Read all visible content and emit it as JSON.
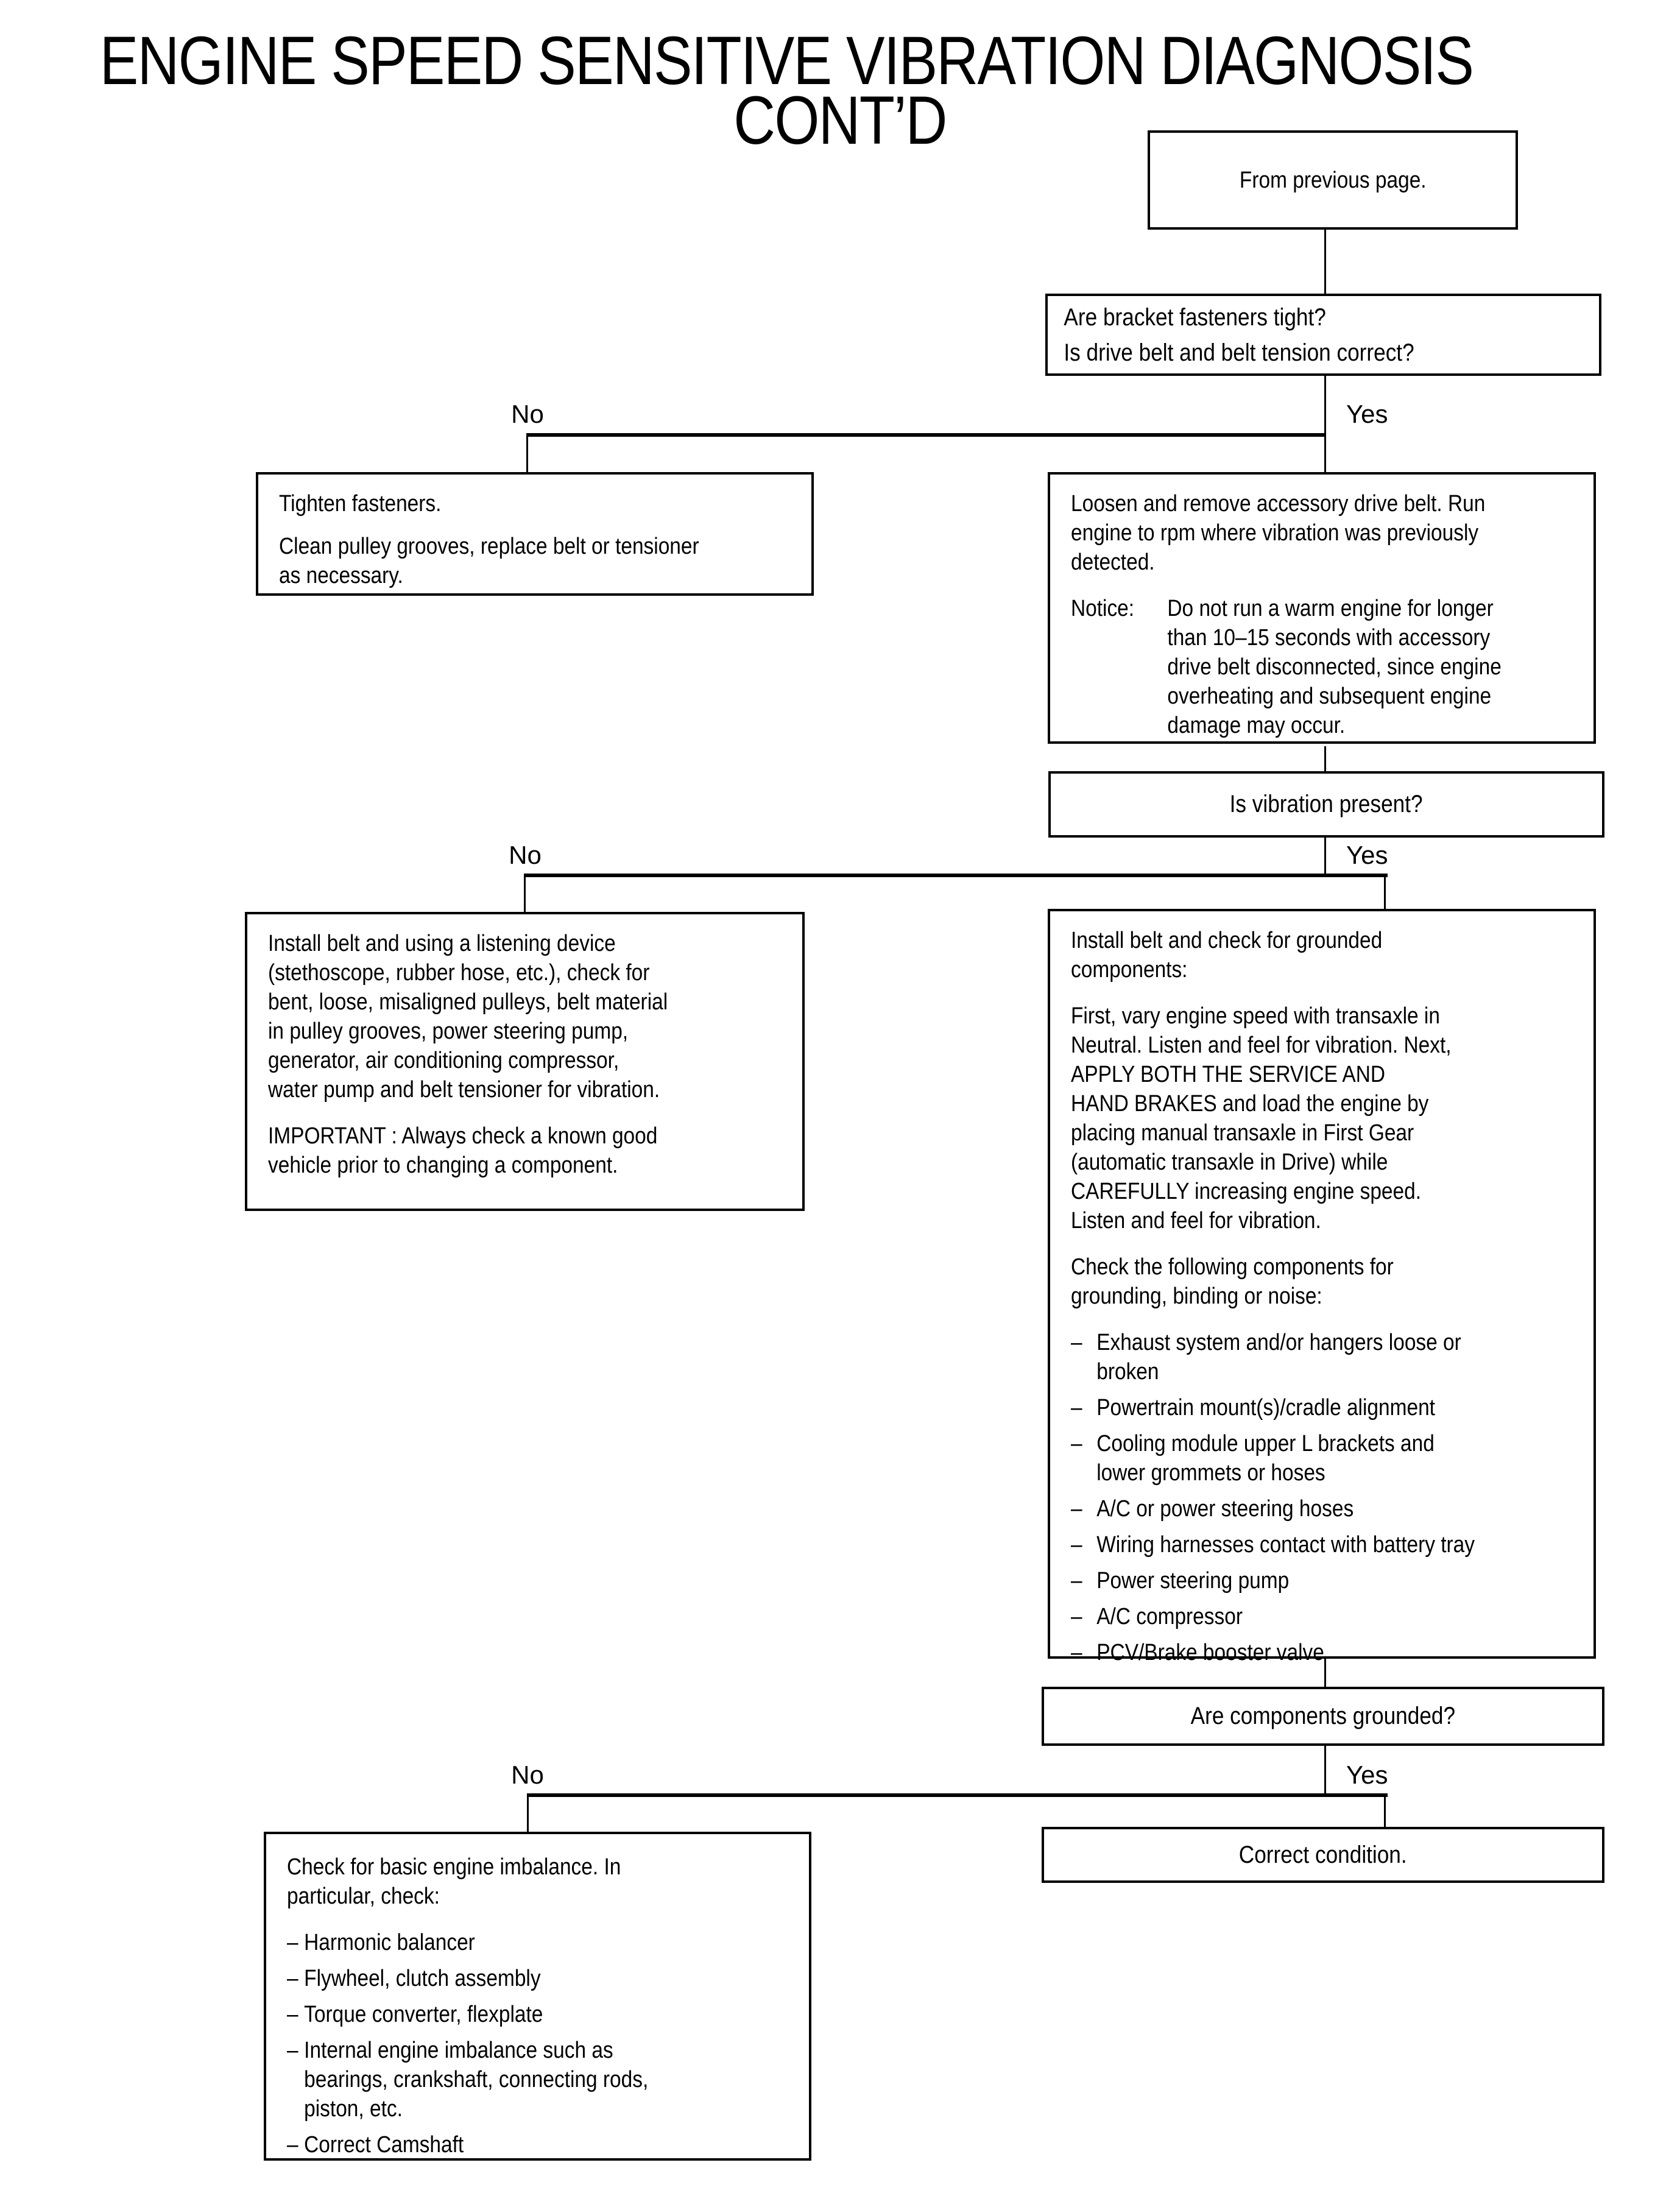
{
  "title": {
    "line1": "ENGINE SPEED SENSITIVE VIBRATION DIAGNOSIS",
    "line2": "CONT’D"
  },
  "labels": {
    "no": "No",
    "yes": "Yes"
  },
  "nodes": {
    "from_previous": {
      "text": "From previous page."
    },
    "q_fasteners": {
      "line1": "Are bracket fasteners tight?",
      "line2": "Is drive belt and belt tension correct?"
    },
    "tighten": {
      "p1": "Tighten fasteners.",
      "p2": "Clean pulley grooves, replace belt or tensioner\nas necessary."
    },
    "loosen": {
      "p1": "Loosen and remove accessory drive belt. Run\nengine to rpm where vibration was previously\ndetected.",
      "notice_label": "Notice:",
      "notice_text": "Do not run a warm engine for longer\nthan 10–15 seconds with accessory\ndrive belt disconnected, since engine\noverheating and subsequent engine\ndamage may occur."
    },
    "q_vibration": {
      "text": "Is vibration present?"
    },
    "listen": {
      "p1": "Install belt and using a listening device\n(stethoscope, rubber hose, etc.), check for\nbent, loose, misaligned pulleys, belt material\nin pulley grooves, power steering pump,\ngenerator, air conditioning compressor,\nwater pump and belt tensioner for vibration.",
      "p2": "IMPORTANT : Always check a known good\nvehicle prior to changing a component."
    },
    "grounded_check": {
      "p1": "Install belt and check for grounded\ncomponents:",
      "p2": "First, vary engine speed with transaxle in\nNeutral. Listen and feel for vibration. Next,\nAPPLY BOTH THE SERVICE AND\nHAND BRAKES and load the engine by\nplacing manual transaxle in First Gear\n(automatic transaxle in Drive) while\nCAREFULLY increasing engine speed.\nListen and feel for vibration.",
      "p3": "Check the following components for\ngrounding, binding or noise:",
      "dash": "–",
      "items": [
        "Exhaust system and/or hangers loose or\nbroken",
        "Powertrain mount(s)/cradle alignment",
        "Cooling module upper L brackets and\nlower grommets or hoses",
        "A/C or power steering hoses",
        "Wiring  harnesses contact with battery tray",
        "Power steering pump",
        "A/C compressor",
        "PCV/Brake booster valve"
      ]
    },
    "q_grounded": {
      "text": "Are components grounded?"
    },
    "imbalance": {
      "p1": "Check for basic engine imbalance. In\nparticular, check:",
      "dash": "–",
      "items": [
        "Harmonic balancer",
        "Flywheel, clutch assembly",
        "Torque converter, flexplate",
        "Internal engine imbalance such as\nbearings, crankshaft, connecting rods,\npiston, etc.",
        "Correct Camshaft"
      ]
    },
    "correct": {
      "text": "Correct condition."
    }
  }
}
